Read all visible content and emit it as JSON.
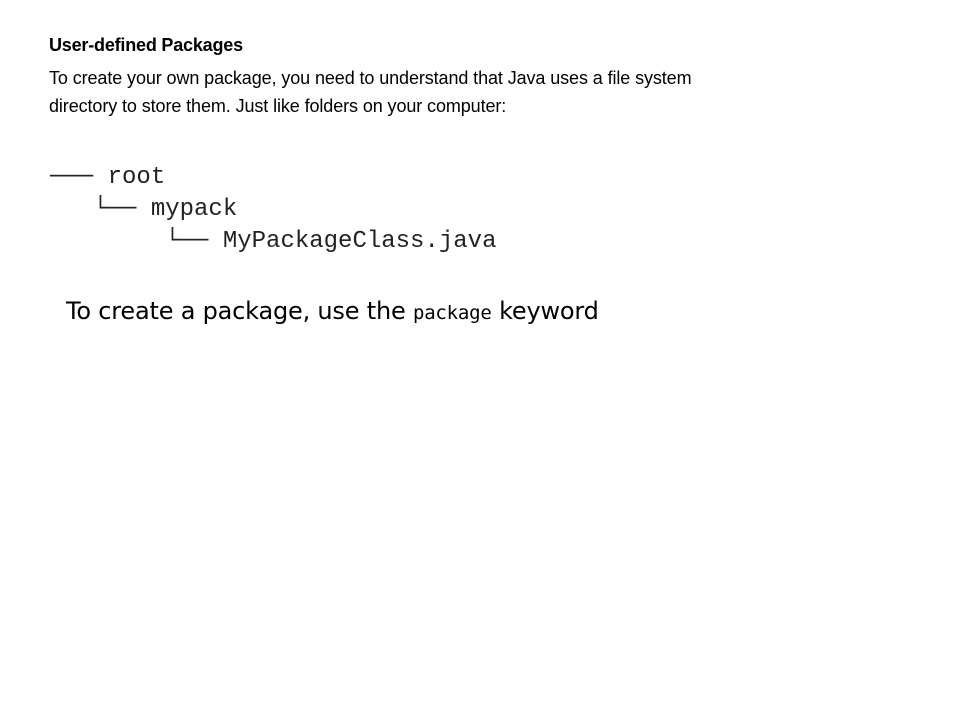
{
  "slide": {
    "heading": "User-defined Packages",
    "intro_lines": [
      "To create your own package, you need to understand that Java uses a file system",
      "directory to store them. Just like folders on your computer:"
    ],
    "tree": {
      "root": "─── root",
      "child": "   └── mypack",
      "grandchild": "        └── MyPackageClass.java"
    },
    "callout": {
      "before": "To create a package, use the ",
      "keyword": "package",
      "after": " keyword"
    }
  }
}
